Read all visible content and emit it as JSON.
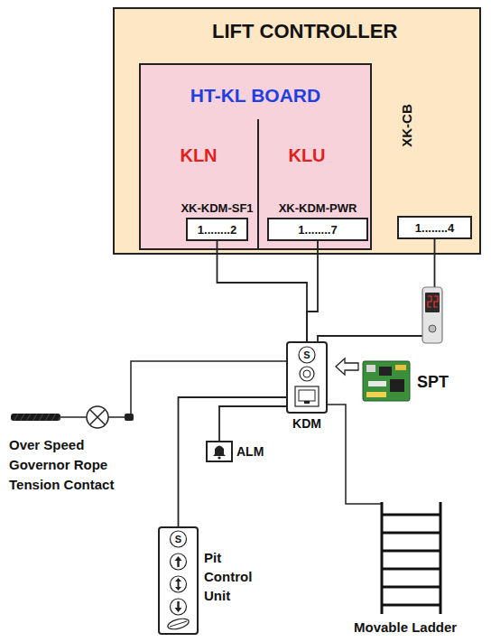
{
  "diagram": {
    "nodes": [
      {
        "text": [
          "LIFT CONTROLLER"
        ]
      },
      {
        "text": [
          "HT-KL BOARD"
        ],
        "in": 0
      },
      {
        "text": [
          "XK-KDM-SF1",
          "1........2"
        ],
        "in": 1
      },
      {
        "text": [
          "XK-KDM-PWR",
          "1........7"
        ],
        "in": 1
      },
      {
        "text": [
          "XK-CB",
          "1........4"
        ],
        "in": 0
      },
      {
        "text": [
          "S",
          "KDM"
        ]
      },
      {
        "text": [
          "ALM"
        ]
      },
      {
        "text": [
          "S",
          "Pit Control Unit"
        ]
      }
    ],
    "edges": [
      {
        "from": 2,
        "to": 5,
        "arrow": "none"
      },
      {
        "from": 3,
        "to": 5,
        "arrow": "none"
      },
      {
        "from": 4,
        "to": 5,
        "arrow": "none"
      },
      {
        "from": 5,
        "to": 6,
        "arrow": "none"
      },
      {
        "from": 5,
        "to": 7,
        "arrow": "none"
      }
    ],
    "labels": [
      "KLN",
      "KLU",
      "SPT",
      "Over Speed Governor Rope Tension Contact",
      "Movable Ladder"
    ]
  }
}
